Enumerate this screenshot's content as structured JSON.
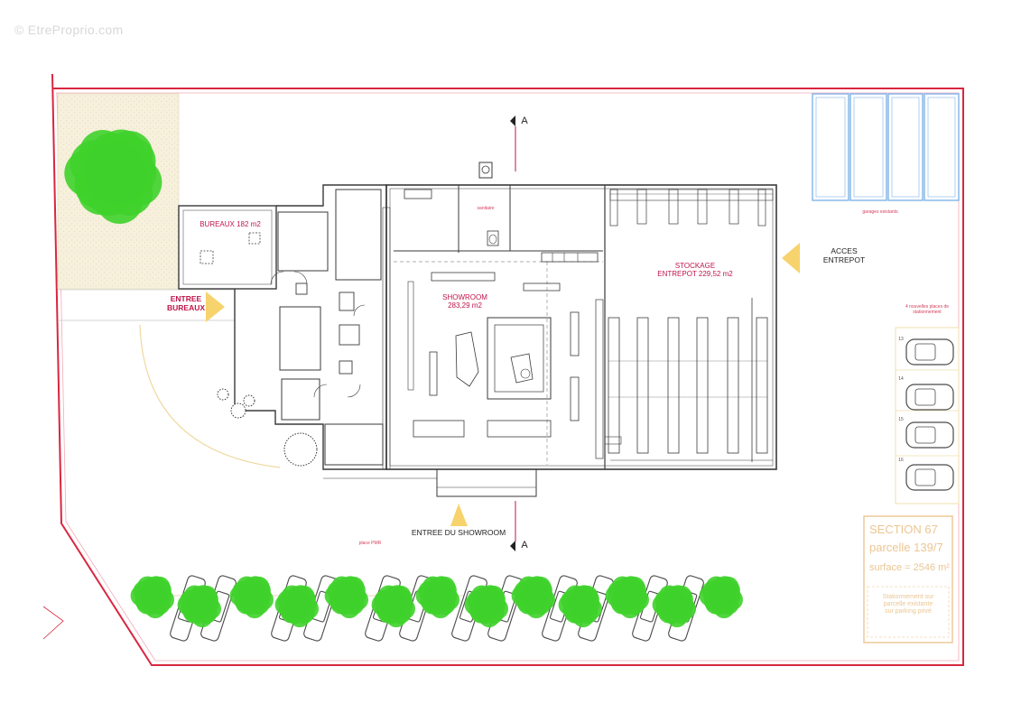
{
  "watermark": "© EtreProprio.com",
  "labels": {
    "bureaux": "BUREAUX 182 m2",
    "entree_bureaux_1": "ENTREE",
    "entree_bureaux_2": "BUREAUX",
    "showroom_1": "SHOWROOM",
    "showroom_2": "283,29 m2",
    "stockage_1": "STOCKAGE",
    "stockage_2": "ENTREPOT 229,52 m2",
    "acces_1": "ACCES",
    "acces_2": "ENTREPOT",
    "garages": "garages existants",
    "places_1": "4 nouvelles places de",
    "places_2": "stationnement",
    "entree_showroom": "ENTREE DU SHOWROOM",
    "section_marker_top": "A",
    "section_marker_bottom": "A",
    "section_title": "SECTION 67",
    "parcelle": "parcelle 139/7",
    "surface": "surface = 2546 m²",
    "note_1": "Stationnement sur",
    "note_2": "parcelle existante",
    "note_3": "sur parking privé",
    "pmr": "place PMR",
    "wc": "sanitaire",
    "slot_1": "13",
    "slot_2": "14",
    "slot_3": "15",
    "slot_4": "16"
  },
  "colors": {
    "boundary": "#d9263f",
    "walls": "#3a3a3a",
    "labels_red": "#c0154a",
    "tree": "#3fd12b",
    "garage_blue": "#7fb3e8",
    "gravel": "#f3ecd5",
    "arrow": "#f7d36e",
    "section_box": "#ebc692"
  }
}
